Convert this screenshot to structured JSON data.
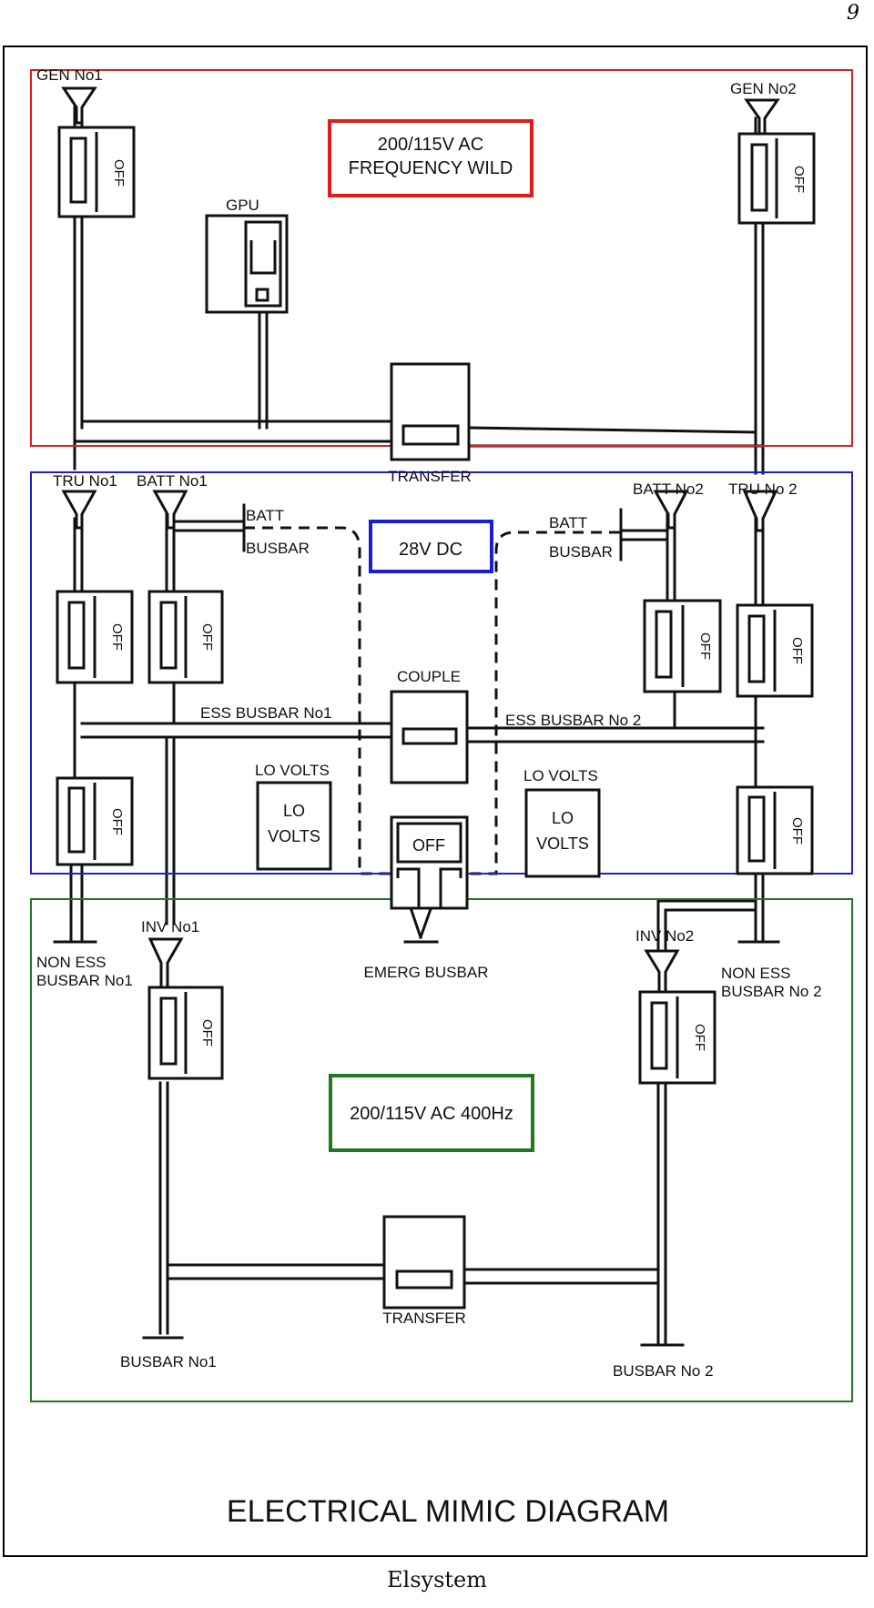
{
  "page": {
    "number": "9",
    "caption": "Elsystem"
  },
  "diagram": {
    "title": "ELECTRICAL MIMIC DIAGRAM",
    "sections": {
      "ac_wild": {
        "label_line1": "200/115V AC",
        "label_line2": "FREQUENCY WILD",
        "color": "#e31b1b"
      },
      "dc": {
        "label": "28V DC",
        "color": "#1a1fd6"
      },
      "ac_400": {
        "label": "200/115V AC 400Hz",
        "color": "#1f7a1f"
      }
    },
    "labels": {
      "gen1": "GEN No1",
      "gen2": "GEN No2",
      "gpu": "GPU",
      "transfer_top": "TRANSFER",
      "tru1": "TRU No1",
      "batt1": "BATT No1",
      "batt2": "BATT No2",
      "tru2": "TRU No 2",
      "batt_busbar_left_1": "BATT",
      "batt_busbar_left_2": "BUSBAR",
      "batt_busbar_right_1": "BATT",
      "batt_busbar_right_2": "BUSBAR",
      "couple": "COUPLE",
      "ess_busbar_1": "ESS BUSBAR No1",
      "ess_busbar_2": "ESS BUSBAR No 2",
      "lo_volts_left_title": "LO VOLTS",
      "lo_volts_right_title": "LO VOLTS",
      "lo_volts_line1": "LO",
      "lo_volts_line2": "VOLTS",
      "emerg_off": "OFF",
      "non_ess_1_line1": "NON ESS",
      "non_ess_1_line2": "BUSBAR No1",
      "non_ess_2_line1": "NON ESS",
      "non_ess_2_line2": "BUSBAR No 2",
      "inv1": "INV No1",
      "inv2": "INV No2",
      "emerg_busbar": "EMERG BUSBAR",
      "transfer_bottom": "TRANSFER",
      "busbar1": "BUSBAR No1",
      "busbar2": "BUSBAR No 2",
      "switch_off": "OFF"
    }
  }
}
